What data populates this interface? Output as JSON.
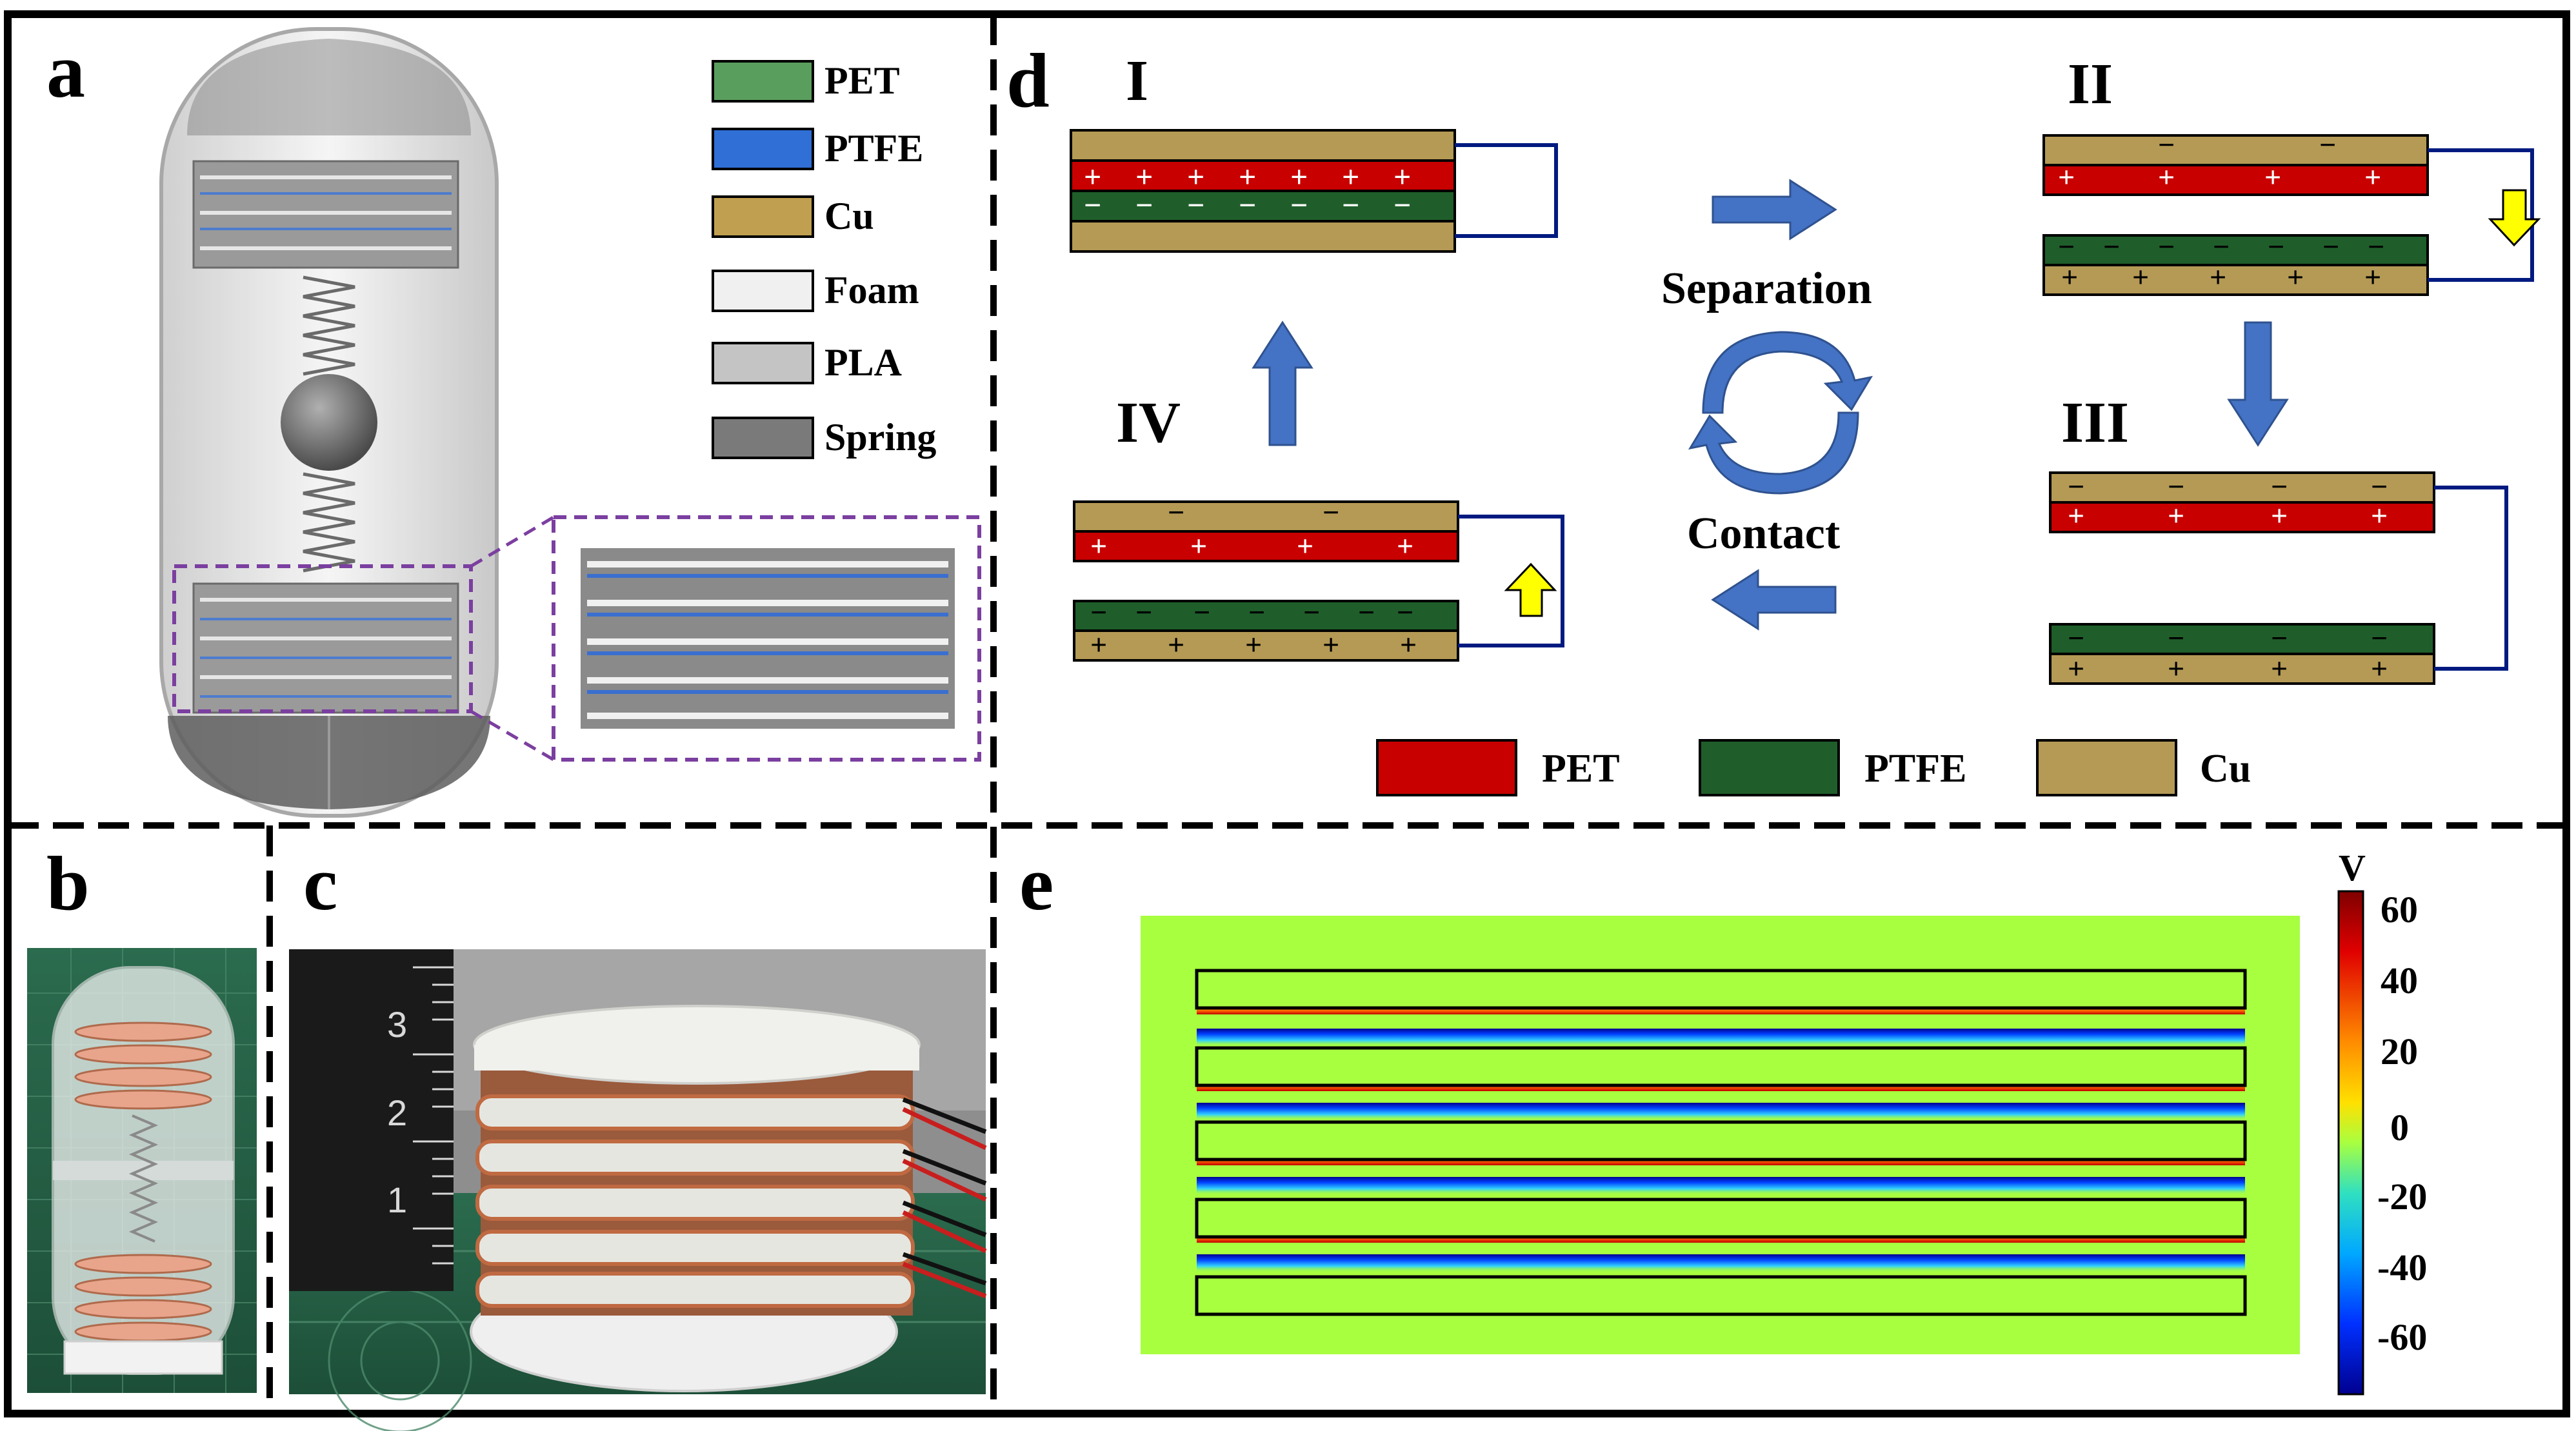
{
  "panels": {
    "a": "a",
    "b": "b",
    "c": "c",
    "d": "d",
    "e": "e"
  },
  "legend_a": [
    {
      "label": "PET",
      "color": "#5a9e5e"
    },
    {
      "label": "PTFE",
      "color": "#2f6fd6"
    },
    {
      "label": "Cu",
      "color": "#c0a050"
    },
    {
      "label": "Foam",
      "color": "#f0f0f0"
    },
    {
      "label": "PLA",
      "color": "#c4c4c4"
    },
    {
      "label": "Spring",
      "color": "#7a7a7a"
    }
  ],
  "panel_d": {
    "stage_labels": [
      "I",
      "II",
      "III",
      "IV"
    ],
    "separation_label": "Separation",
    "contact_label": "Contact",
    "legend": [
      {
        "label": "PET",
        "color": "#c80000"
      },
      {
        "label": "PTFE",
        "color": "#1f5e2a"
      },
      {
        "label": "Cu",
        "color": "#b59a55"
      }
    ],
    "plus_sign": "+",
    "minus_sign": "−"
  },
  "panel_c_ruler": [
    "3",
    "2",
    "1"
  ],
  "panel_e": {
    "unit": "V",
    "colorbar_ticks": [
      "60",
      "40",
      "20",
      "0",
      "-20",
      "-40",
      "-60"
    ]
  }
}
